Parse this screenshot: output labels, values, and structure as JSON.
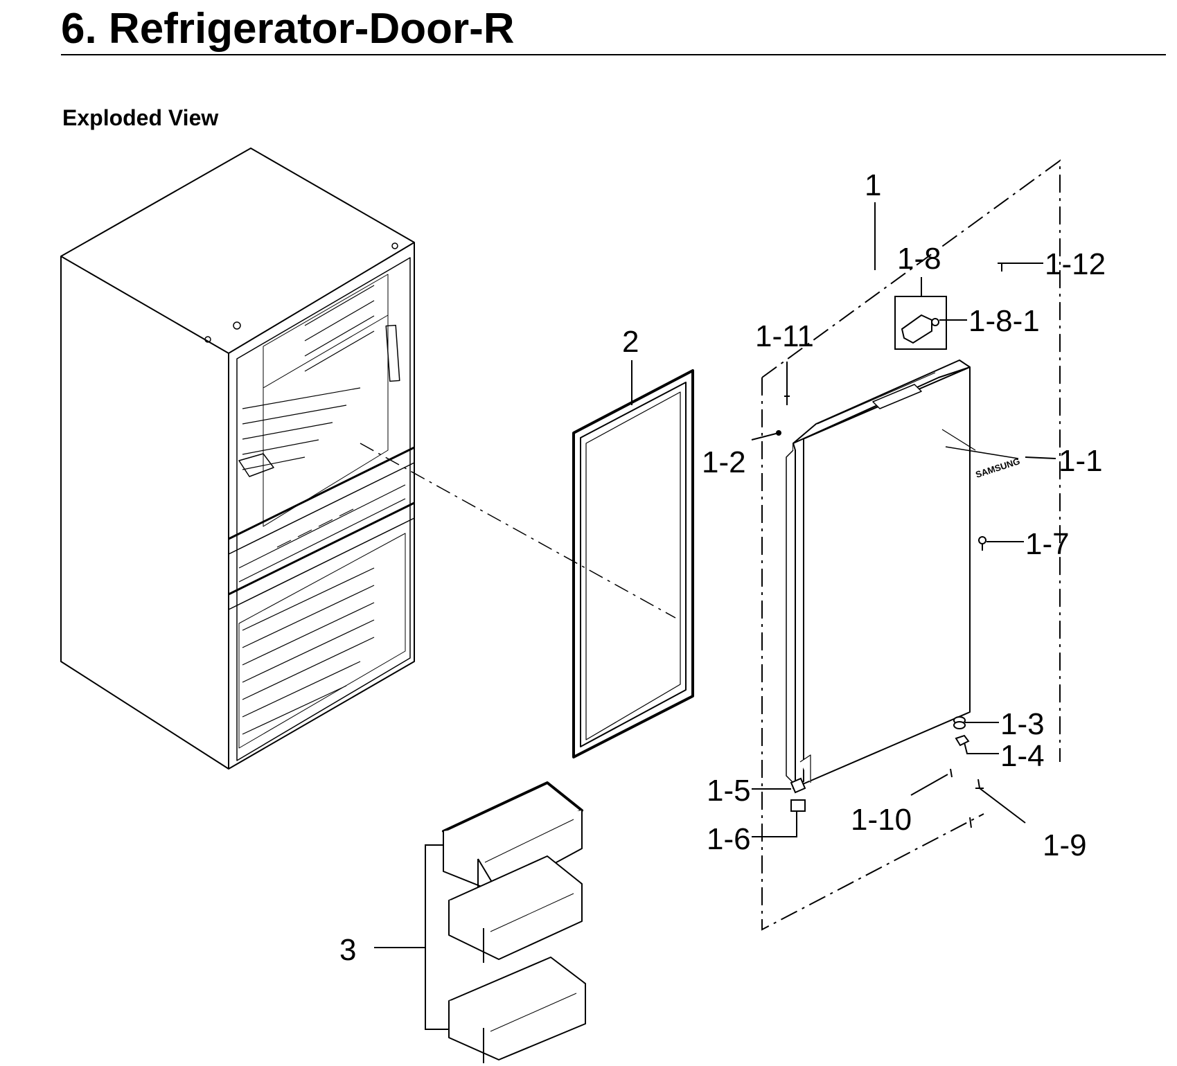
{
  "header": {
    "title": "6.  Refrigerator-Door-R",
    "section": "Exploded View"
  },
  "callouts": {
    "c1": "1",
    "c1_1": "1-1",
    "c1_2": "1-2",
    "c1_3": "1-3",
    "c1_4": "1-4",
    "c1_5": "1-5",
    "c1_6": "1-6",
    "c1_7": "1-7",
    "c1_8": "1-8",
    "c1_8_1": "1-8-1",
    "c1_9": "1-9",
    "c1_10": "1-10",
    "c1_11": "1-11",
    "c1_12": "1-12",
    "c2": "2",
    "c3": "3"
  },
  "door_brand": "SAMSUNG"
}
